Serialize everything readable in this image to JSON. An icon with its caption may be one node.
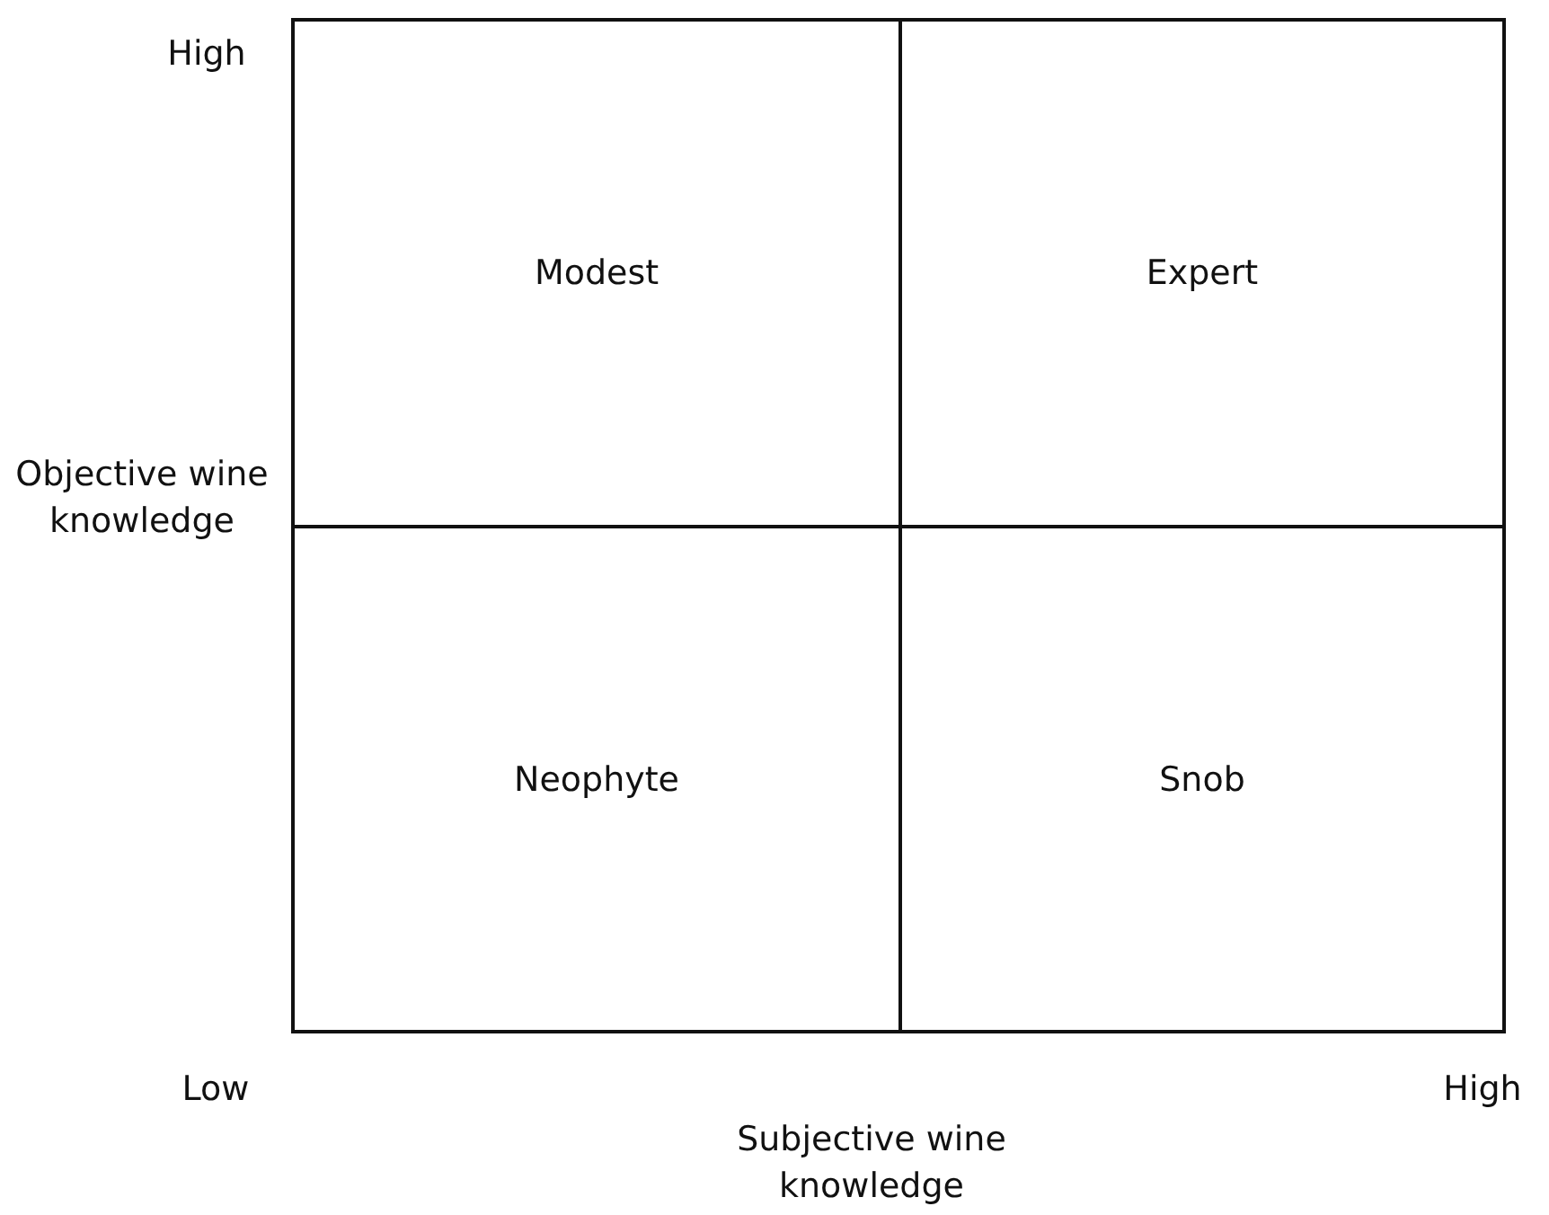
{
  "diagram": {
    "nodes": [
      {
        "text": [
          "Modest"
        ]
      },
      {
        "text": [
          "Expert"
        ]
      },
      {
        "text": [
          "Neophyte"
        ]
      },
      {
        "text": [
          "Snob"
        ]
      }
    ],
    "edges": [],
    "labels": [
      "High",
      "Objective wine knowledge",
      "Low",
      "High",
      "Subjective wine knowledge"
    ]
  }
}
